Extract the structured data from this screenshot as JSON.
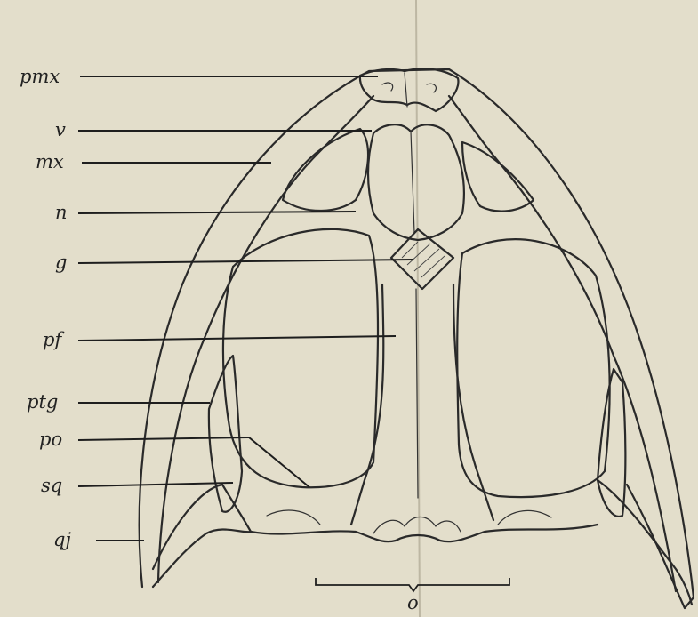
{
  "labels": {
    "pmx": "pmx",
    "v": "v",
    "mx": "mx",
    "n": "n",
    "g": "g",
    "pf": "pf",
    "ptg": "ptg",
    "po": "po",
    "sq": "sq",
    "qj": "qj",
    "o": "o"
  },
  "colors": {
    "paper": "#e3decb",
    "ink": "#222222"
  }
}
